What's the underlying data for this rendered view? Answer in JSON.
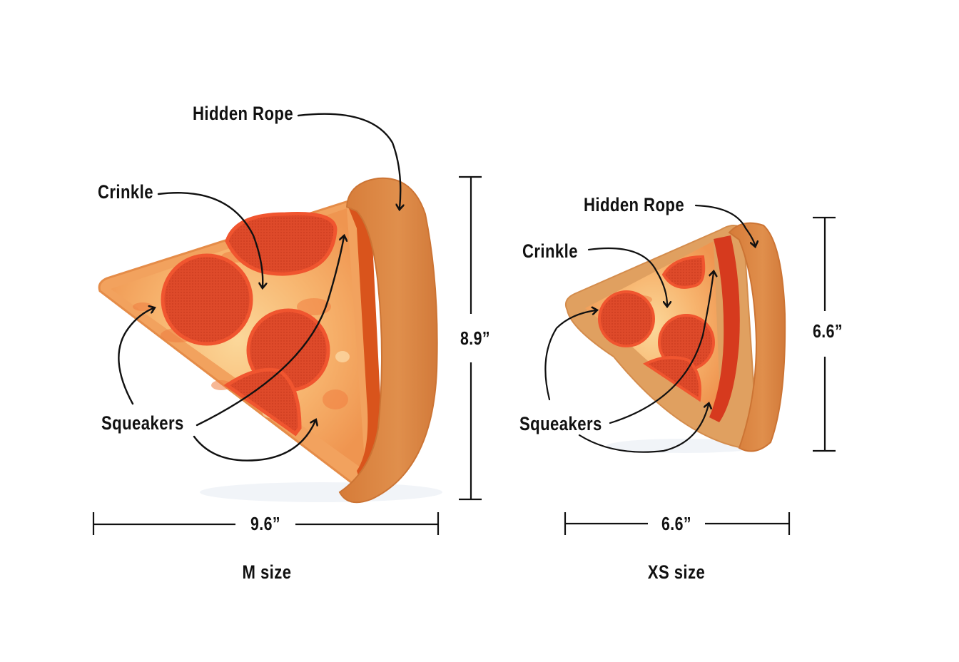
{
  "products": [
    {
      "size_label": "M size",
      "width": "9.6”",
      "height": "8.9”",
      "callouts": {
        "hidden_rope": "Hidden Rope",
        "crinkle": "Crinkle",
        "squeakers": "Squeakers"
      }
    },
    {
      "size_label": "XS size",
      "width": "6.6”",
      "height": "6.6”",
      "callouts": {
        "hidden_rope": "Hidden Rope",
        "crinkle": "Crinkle",
        "squeakers": "Squeakers"
      }
    }
  ],
  "colors": {
    "crust": "#d9823f",
    "crust_shadow": "#c46f2e",
    "sauce_band": "#d9541c",
    "cheese": "#f6b771",
    "pepperoni": "#e8452a",
    "pepperoni_rim": "#f0552f",
    "ink": "#111111"
  }
}
